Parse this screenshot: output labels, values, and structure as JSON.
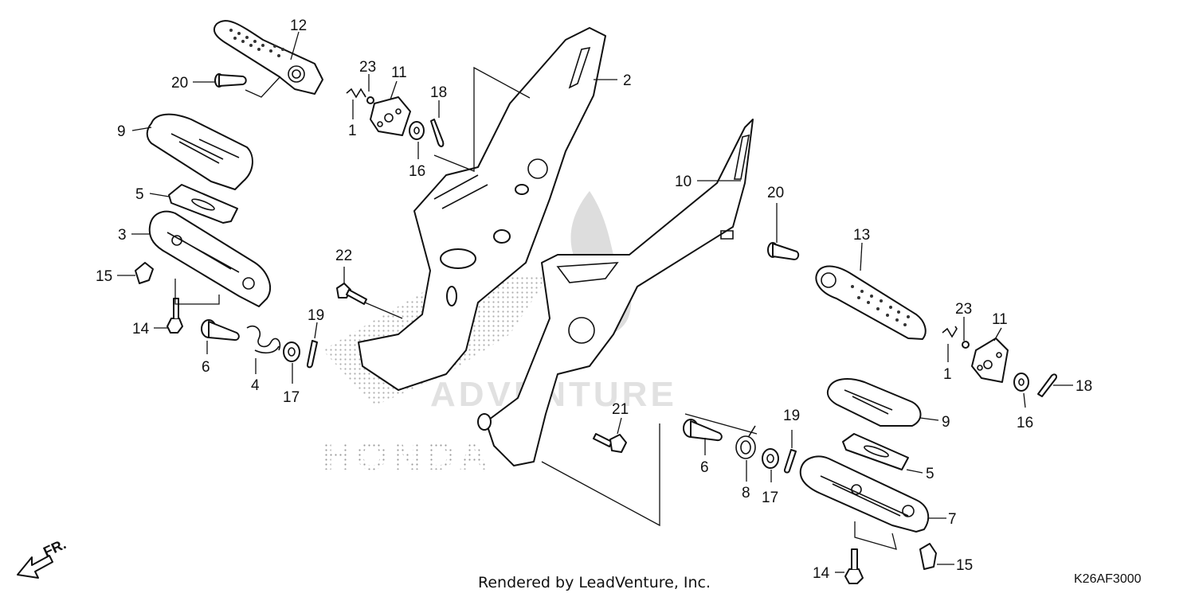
{
  "watermark": {
    "text_1": "ADVENTURE",
    "text_2": "HONDA"
  },
  "direction_label": "FR.",
  "credit": "Rendered by LeadVenture, Inc.",
  "diagram_code": "K26AF3000",
  "callouts": {
    "c1a": "1",
    "c1b": "1",
    "c2": "2",
    "c3": "3",
    "c4": "4",
    "c5a": "5",
    "c5b": "5",
    "c6a": "6",
    "c6b": "6",
    "c7": "7",
    "c8": "8",
    "c9a": "9",
    "c9b": "9",
    "c10": "10",
    "c11a": "11",
    "c11b": "11",
    "c12": "12",
    "c13": "13",
    "c14a": "14",
    "c14b": "14",
    "c15a": "15",
    "c15b": "15",
    "c16a": "16",
    "c16b": "16",
    "c17a": "17",
    "c17b": "17",
    "c18a": "18",
    "c18b": "18",
    "c19a": "19",
    "c19b": "19",
    "c20a": "20",
    "c20b": "20",
    "c21": "21",
    "c22": "22",
    "c23a": "23",
    "c23b": "23"
  }
}
